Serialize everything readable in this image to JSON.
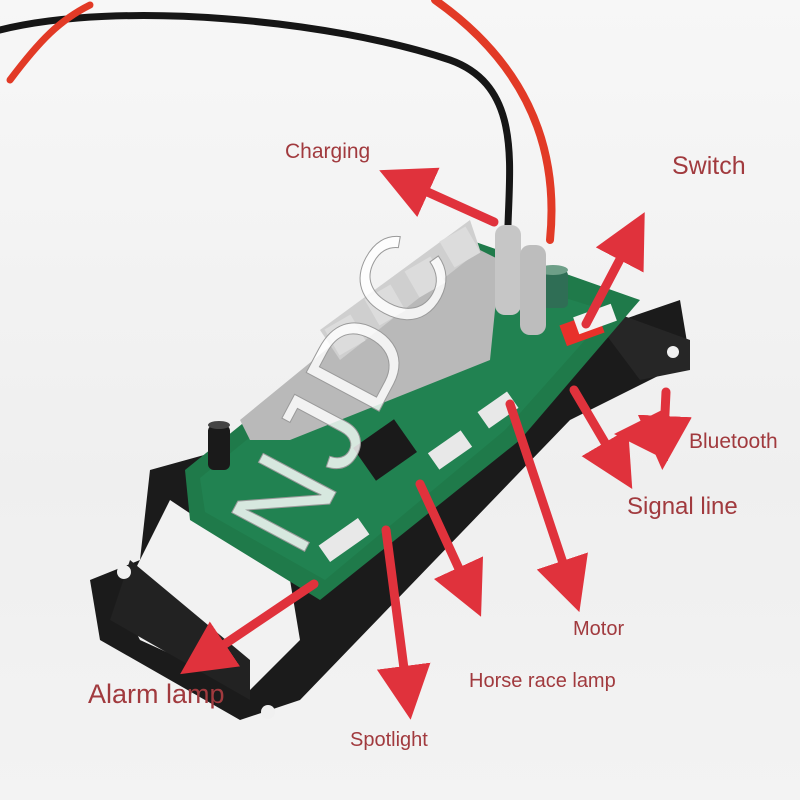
{
  "labels": {
    "charging": "Charging",
    "switch": "Switch",
    "bluetooth": "Bluetooth",
    "signal_line": "Signal line",
    "motor": "Motor",
    "horse_race_lamp": "Horse race lamp",
    "alarm_lamp": "Alarm lamp",
    "spotlight": "Spotlight"
  },
  "watermark": "NJDC",
  "colors": {
    "label_text": "#a13a3e",
    "arrow": "#e0323c",
    "pcb_green": "#1f7a4a",
    "housing_black": "#1b1b1b",
    "wire_red": "#e23a26",
    "wire_black": "#161616"
  }
}
